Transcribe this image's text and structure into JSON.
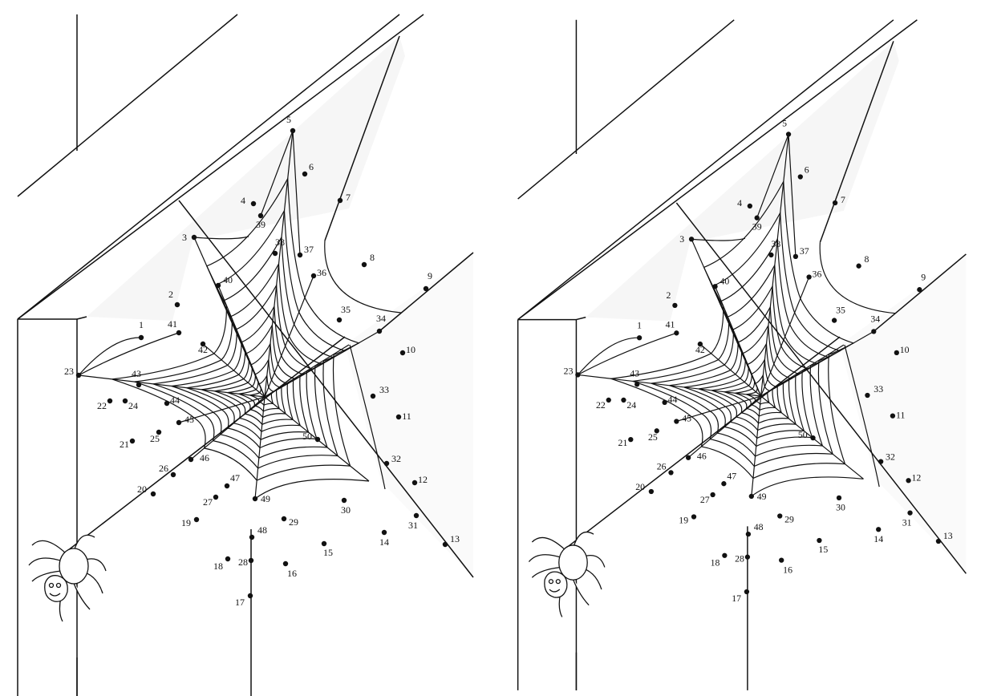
{
  "worksheet": {
    "labels": [
      "1",
      "2",
      "3",
      "4",
      "5",
      "6",
      "7",
      "8",
      "9",
      "10",
      "11",
      "12",
      "13",
      "14",
      "15",
      "16",
      "17",
      "18",
      "19",
      "20",
      "21",
      "22",
      "23",
      "24",
      "25",
      "26",
      "27",
      "28",
      "29",
      "30",
      "31",
      "32",
      "33",
      "34",
      "35",
      "36",
      "37",
      "38",
      "39",
      "40",
      "41",
      "42",
      "43",
      "44",
      "45",
      "46",
      "47",
      "48",
      "49",
      "50"
    ]
  },
  "colors": {
    "ink": "#111111",
    "paper": "#ffffff",
    "wall_shade": "#f5f5f5"
  },
  "icons": [
    "spider-icon"
  ]
}
